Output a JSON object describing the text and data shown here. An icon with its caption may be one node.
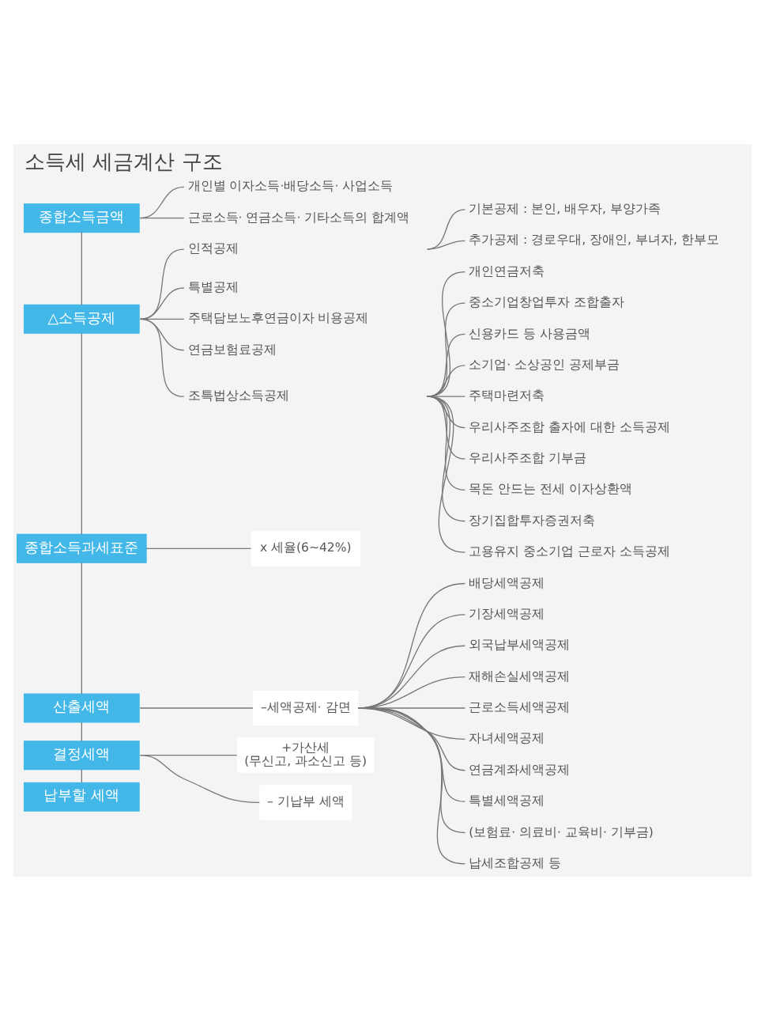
{
  "diagram": {
    "title": "소득세 세금계산 구조",
    "nodes": [
      {
        "text": [
          "종합소득금액"
        ]
      },
      {
        "text": [
          "개인별 이자소득·배당소득· 사업소득"
        ]
      },
      {
        "text": [
          "근로소득· 연금소득· 기타소득의 합계액"
        ]
      },
      {
        "text": [
          "△소득공제"
        ]
      },
      {
        "text": [
          "인적공제"
        ]
      },
      {
        "text": [
          "기본공제 : 본인, 배우자, 부양가족"
        ]
      },
      {
        "text": [
          "추가공제 : 경로우대, 장애인, 부녀자, 한부모"
        ]
      },
      {
        "text": [
          "특별공제"
        ]
      },
      {
        "text": [
          "주택담보노후연금이자 비용공제"
        ]
      },
      {
        "text": [
          "연금보험료공제"
        ]
      },
      {
        "text": [
          "조특법상소득공제"
        ]
      },
      {
        "text": [
          "개인연금저축"
        ]
      },
      {
        "text": [
          "중소기업창업투자 조합출자"
        ]
      },
      {
        "text": [
          "신용카드 등 사용금액"
        ]
      },
      {
        "text": [
          "소기업· 소상공인 공제부금"
        ]
      },
      {
        "text": [
          "주택마련저축"
        ]
      },
      {
        "text": [
          "우리사주조합 출자에 대한 소득공제"
        ]
      },
      {
        "text": [
          "우리사주조합 기부금"
        ]
      },
      {
        "text": [
          "목돈 안드는 전세 이자상환액"
        ]
      },
      {
        "text": [
          "장기집합투자증권저축"
        ]
      },
      {
        "text": [
          "고용유지 중소기업 근로자 소득공제"
        ]
      },
      {
        "text": [
          "종합소득과세표준"
        ]
      },
      {
        "text": [
          "x 세율(6~42%)"
        ]
      },
      {
        "text": [
          "산출세액"
        ]
      },
      {
        "text": [
          "–세액공제· 감면"
        ]
      },
      {
        "text": [
          "배당세액공제"
        ]
      },
      {
        "text": [
          "기장세액공제"
        ]
      },
      {
        "text": [
          "외국납부세액공제"
        ]
      },
      {
        "text": [
          "재해손실세액공제"
        ]
      },
      {
        "text": [
          "근로소득세액공제"
        ]
      },
      {
        "text": [
          "자녀세액공제"
        ]
      },
      {
        "text": [
          "연금계좌세액공제"
        ]
      },
      {
        "text": [
          "특별세액공제"
        ]
      },
      {
        "text": [
          "(보험료· 의료비· 교육비· 기부금)"
        ]
      },
      {
        "text": [
          "납세조합공제 등"
        ]
      },
      {
        "text": [
          "결정세액"
        ]
      },
      {
        "text": [
          "+가산세 (무신고, 과소신고 등)"
        ]
      },
      {
        "text": [
          "– 기납부 세액"
        ]
      },
      {
        "text": [
          "납부할 세액"
        ]
      }
    ],
    "edges": [
      {
        "from": 0,
        "to": 1,
        "arrow": "none"
      },
      {
        "from": 0,
        "to": 2,
        "arrow": "none"
      },
      {
        "from": 0,
        "to": 3,
        "arrow": "none"
      },
      {
        "from": 3,
        "to": 4,
        "arrow": "none"
      },
      {
        "from": 4,
        "to": 5,
        "arrow": "none"
      },
      {
        "from": 4,
        "to": 6,
        "arrow": "none"
      },
      {
        "from": 3,
        "to": 7,
        "arrow": "none"
      },
      {
        "from": 3,
        "to": 8,
        "arrow": "none"
      },
      {
        "from": 3,
        "to": 9,
        "arrow": "none"
      },
      {
        "from": 3,
        "to": 10,
        "arrow": "none"
      },
      {
        "from": 10,
        "to": 11,
        "arrow": "none"
      },
      {
        "from": 10,
        "to": 12,
        "arrow": "none"
      },
      {
        "from": 10,
        "to": 13,
        "arrow": "none"
      },
      {
        "from": 10,
        "to": 14,
        "arrow": "none"
      },
      {
        "from": 10,
        "to": 15,
        "arrow": "none"
      },
      {
        "from": 10,
        "to": 16,
        "arrow": "none"
      },
      {
        "from": 10,
        "to": 17,
        "arrow": "none"
      },
      {
        "from": 10,
        "to": 18,
        "arrow": "none"
      },
      {
        "from": 10,
        "to": 19,
        "arrow": "none"
      },
      {
        "from": 10,
        "to": 20,
        "arrow": "none"
      },
      {
        "from": 3,
        "to": 21,
        "arrow": "none"
      },
      {
        "from": 21,
        "to": 22,
        "arrow": "none"
      },
      {
        "from": 21,
        "to": 23,
        "arrow": "none"
      },
      {
        "from": 23,
        "to": 24,
        "arrow": "none"
      },
      {
        "from": 24,
        "to": 25,
        "arrow": "none"
      },
      {
        "from": 24,
        "to": 26,
        "arrow": "none"
      },
      {
        "from": 24,
        "to": 27,
        "arrow": "none"
      },
      {
        "from": 24,
        "to": 28,
        "arrow": "none"
      },
      {
        "from": 24,
        "to": 29,
        "arrow": "none"
      },
      {
        "from": 24,
        "to": 30,
        "arrow": "none"
      },
      {
        "from": 24,
        "to": 31,
        "arrow": "none"
      },
      {
        "from": 24,
        "to": 32,
        "arrow": "none"
      },
      {
        "from": 24,
        "to": 33,
        "arrow": "none"
      },
      {
        "from": 24,
        "to": 34,
        "arrow": "none"
      },
      {
        "from": 23,
        "to": 35,
        "arrow": "none"
      },
      {
        "from": 35,
        "to": 36,
        "arrow": "none"
      },
      {
        "from": 35,
        "to": 37,
        "arrow": "none"
      },
      {
        "from": 35,
        "to": 38,
        "arrow": "none"
      }
    ]
  }
}
